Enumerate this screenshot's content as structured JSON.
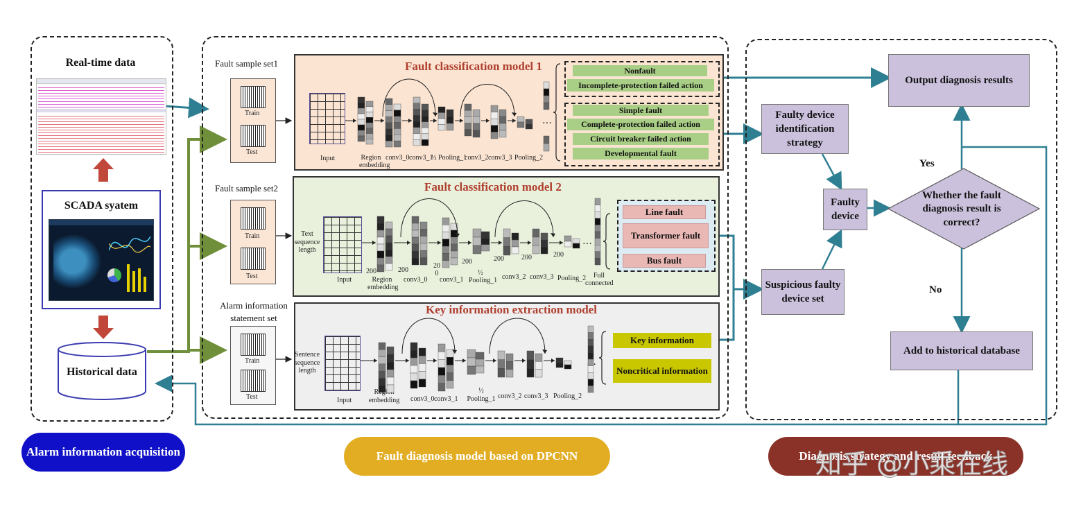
{
  "left": {
    "realtime_title": "Real-time data",
    "scada_title": "SCADA syatem",
    "historical_title": "Historical data",
    "pill": "Alarm information acquisition"
  },
  "middle": {
    "pill": "Fault diagnosis model based on DPCNN",
    "train": "Train",
    "test": "Test",
    "model1": {
      "sample_label": "Fault sample set1",
      "title": "Fault classification model 1",
      "layers": [
        "Input",
        "Region embedding",
        "conv3_0",
        "conv3_1",
        "½ Pooling_1",
        "conv3_2",
        "conv3_3",
        "Pooling_2"
      ],
      "outputs_top": [
        "Nonfault",
        "Incomplete-protection failed action"
      ],
      "outputs_bottom": [
        "Simple fault",
        "Complete-protection failed action",
        "Circuit breaker failed action",
        "Developmental fault"
      ]
    },
    "model2": {
      "sample_label": "Fault sample set2",
      "title": "Fault classification model 2",
      "input_label": "Text sequence length",
      "layers": [
        "Input",
        "Region embedding",
        "conv3_0",
        "conv3_1",
        "½ Pooling_1",
        "conv3_2",
        "conv3_3",
        "Pooling_2",
        "Full connected"
      ],
      "dims": [
        "200",
        "200",
        "20 0",
        "200",
        "200",
        "200",
        "200"
      ],
      "outputs": [
        "Line fault",
        "Transformer fault",
        "Bus fault"
      ]
    },
    "model3": {
      "sample_label": "Alarm information statement set",
      "title": "Key information extraction model",
      "input_label": "Sentence sequence length",
      "layers": [
        "Input",
        "Region embedding",
        "conv3_0",
        "conv3_1",
        "½ Pooling_1",
        "conv3_2",
        "conv3_3",
        "Pooling_2"
      ],
      "outputs": [
        "Key information",
        "Noncritical information"
      ]
    }
  },
  "right": {
    "output_results": "Output diagnosis results",
    "faulty_strategy": "Faulty device identification strategy",
    "faulty_device": "Faulty device",
    "suspicious": "Suspicious faulty device set",
    "decision": "Whether the fault diagnosis result is correct?",
    "yes": "Yes",
    "no": "No",
    "add_history": "Add to historical database",
    "pill": "Diagnosis strategy and result feedback"
  },
  "watermark": "知乎 @小乘在线",
  "colors": {
    "teal": "#2f7f92",
    "green_arrow": "#6f8f3a",
    "red_arrow": "#c0473a",
    "blue_pill": "#1010c8",
    "yellow_pill": "#e2ad22",
    "brown_pill": "#8a3228"
  }
}
